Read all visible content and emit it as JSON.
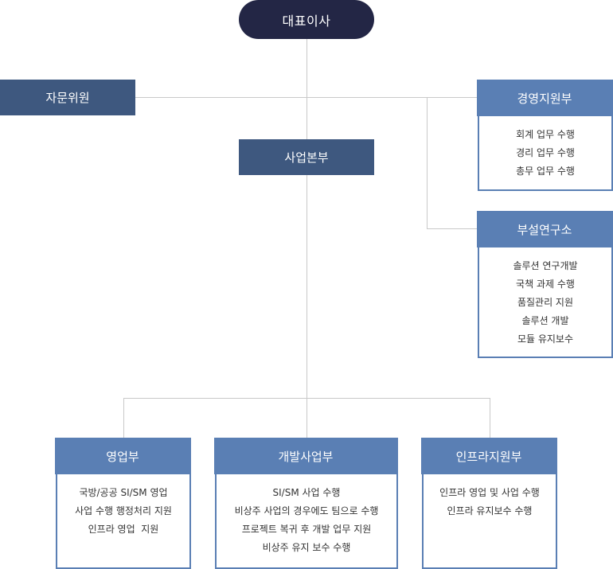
{
  "ceo": {
    "label": "대표이사"
  },
  "advisory": {
    "label": "자문위원"
  },
  "business_hq": {
    "label": "사업본부"
  },
  "management": {
    "title": "경영지원부",
    "items": [
      "회계 업무 수행",
      "경리 업무 수행",
      "총무 업무 수행"
    ]
  },
  "research": {
    "title": "부설연구소",
    "items": [
      "솔루션 연구개발",
      "국책 과제 수행",
      "품질관리 지원",
      "솔루션 개발",
      "모듈 유지보수"
    ]
  },
  "sales": {
    "title": "영업부",
    "items": [
      "국방/공공 SI/SM 영업",
      "사업 수행  행정처리 지원",
      "인프라 영업  지원"
    ]
  },
  "development": {
    "title": "개발사업부",
    "items": [
      "SI/SM 사업 수행",
      "비상주 사업의 경우에도 팀으로 수행",
      "프로젝트 복귀 후 개발 업무 지원",
      "비상주 유지 보수 수행"
    ]
  },
  "infra": {
    "title": "인프라지원부",
    "items": [
      "인프라 영업 및 사업 수행",
      "인프라 유지보수 수행"
    ]
  }
}
